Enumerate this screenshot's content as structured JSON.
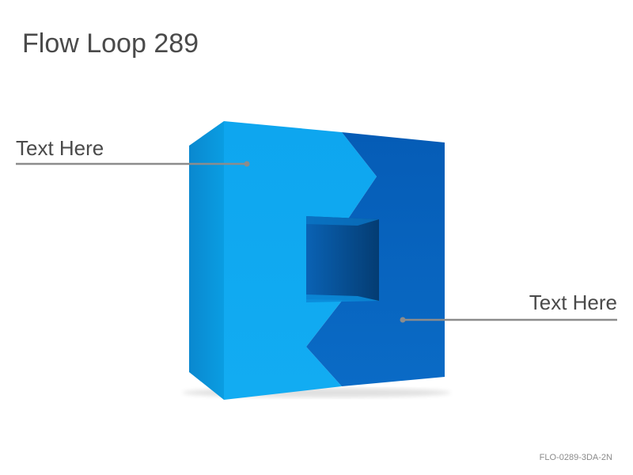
{
  "title": "Flow Loop 289",
  "callouts": [
    {
      "text": "Text Here"
    },
    {
      "text": "Text Here"
    }
  ],
  "footer_code": "FLO-0289-3DA-2N",
  "colors": {
    "front_light": "#10aaf0",
    "front_dark": "#0864bf",
    "side": "#0a92d8",
    "top": "#0a7fc8",
    "hole_left": "#0a5aab",
    "hole_right": "#053f78",
    "leader": "#8c8c8c",
    "text": "#4a4a4a"
  }
}
